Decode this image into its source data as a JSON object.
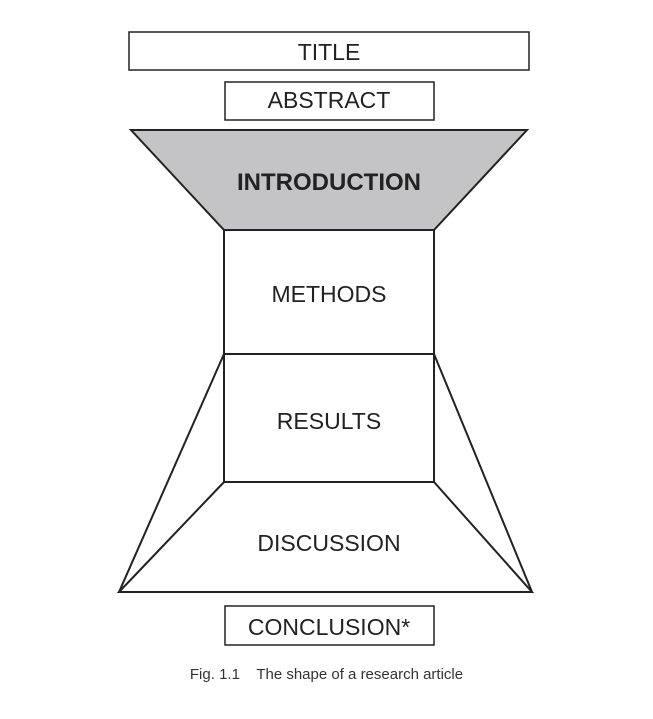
{
  "diagram": {
    "title_label": "TITLE",
    "abstract_label": "ABSTRACT",
    "introduction_label": "INTRODUCTION",
    "methods_label": "METHODS",
    "results_label": "RESULTS",
    "discussion_label": "DISCUSSION",
    "conclusion_label": "CONCLUSION*",
    "introduction_fill": "#c4c4c6",
    "stroke_color": "#222222"
  },
  "caption": {
    "figure_number": "Fig. 1.1",
    "text": "The shape of a research article"
  }
}
